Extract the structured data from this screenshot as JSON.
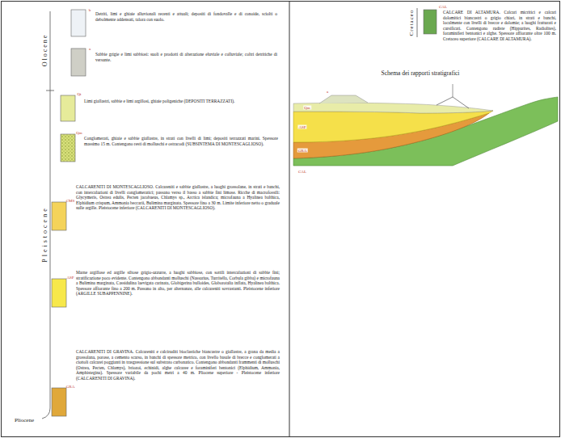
{
  "diagram": {
    "nodes": [
      {
        "text": [
          "Detriti, limi e ghiaie alluvionali recenti e attuali; depositi di fondovalle e di conoide, sciolti o debolmente addensati, talora con suolo."
        ]
      },
      {
        "text": [
          "Sabbie grigie e limi sabbiosi: suoli e prodotti di alterazione eluviale e colluviale; coltri detritiche di versante."
        ]
      },
      {
        "text": [
          "Limi giallastri, sabbie e limi argillosi, ghiaie poligeniche (DEPOSITI TERRAZZATI)."
        ]
      },
      {
        "text": [
          "Conglomerati, ghiaie e sabbie giallastre, in strati con livelli di limi; depositi terrazzati marini. Spessore massimo 15 m. Contengono resti di molluschi e ostracodi (SUBSINTEMA DI MONTESCAGLIOSO)."
        ]
      },
      {
        "text": [
          "CALCARENITI DI MONTESCAGLIOSO. Calcareniti e sabbie giallastre, a luoghi grossolane, in strati e banchi, con intercalazioni di livelli conglomeratici; passano verso il basso a sabbie fini limose. Ricche di macrofossili: Glycymeris, Ostrea edulis, Pecten jacobaeus, Chlamys sp., Arctica islandica; microfauna a Hyalinea balthica, Elphidium crispum, Ammonia beccarii, Bulimina marginata. Spessore fino a 30 m. Limite inferiore netto o graduale sulle argille. Pleistocene inferiore (CALCARENITI DI MONTESCAGLIOSO)."
        ]
      },
      {
        "text": [
          "Marne argillose ed argille siltose grigio-azzurre, a luoghi sabbiose, con sottili intercalazioni di sabbie fini; stratificazione poco evidente. Contengono abbondanti molluschi (Nassarius, Turritella, Corbula gibba) e microfauna a Bulimina marginata, Cassidulina laevigata carinata, Globigerina bulloides, Globorotalia inflata, Hyalinea balthica. Spessore affiorante fino a 200 m. Passano in alto, per alternanze, alle calcareniti sovrastanti. Pleistocene inferiore (ARGILLE SUBAPPENNINE)."
        ]
      },
      {
        "text": [
          "CALCARENITI DI GRAVINA. Calcareniti e calciruditi bioclastiche biancastre o giallastre, a grana da media a grossolana, porose, a cemento scarso, in banchi di spessore metrico, con livello basale di brecce e conglomerati a ciottoli calcarei poggianti in trasgressione sul substrato carbonatico. Contengono abbondanti frammenti di molluschi (Ostrea, Pecten, Chlamys), briozoi, echinidi, alghe calcaree e foraminiferi bentonici (Elphidium, Ammonia, Amphistegina). Spessore variabile da pochi metri a 40 m. Pliocene superiore - Pleistocene inferiore (CALCARENITI DI GRAVINA)."
        ]
      },
      {
        "text": [
          "CALCARE DI ALTAMURA. Calcari micritici e calcari dolomitici biancastri o grigio chiari, in strati e banchi, localmente con livelli di brecce e dolomie; a luoghi fratturati e carsificati. Contengono rudiste (Hippurites, Radiolites), foraminiferi bentonici e alghe. Spessore affiorante oltre 100 m. Cretaceo superiore (CALCARE DI ALTAMURA)."
        ]
      }
    ],
    "labels": [
      "Olocene",
      "Pleistocene",
      "Pliocene",
      "Cretaceo",
      "Schema dei rapporti stratigrafici",
      "b",
      "a",
      "Qt",
      "Qm",
      "CMS",
      "ASP",
      "GRA",
      "CAL",
      "a",
      "Qm",
      "ASP",
      "GRA",
      "CAL"
    ]
  }
}
